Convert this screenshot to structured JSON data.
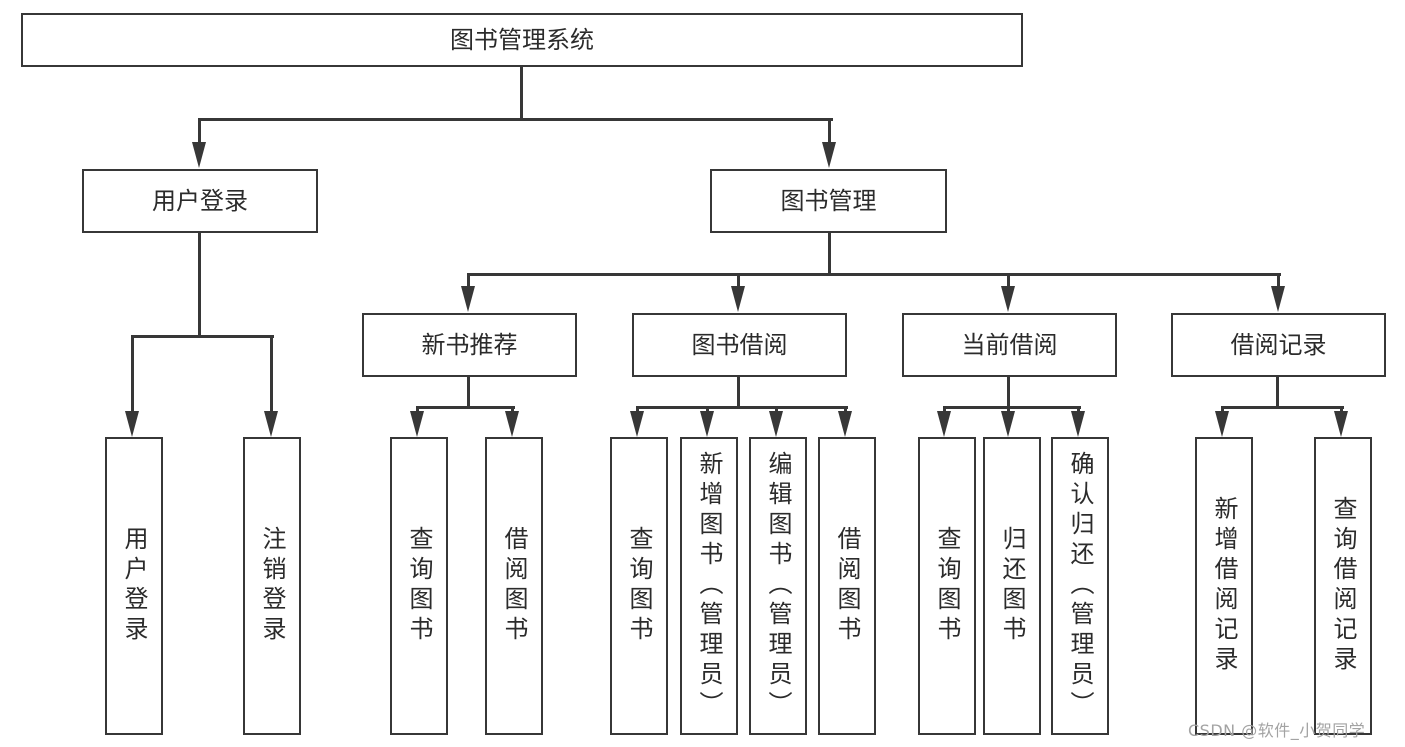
{
  "diagram": {
    "root": {
      "label": "图书管理系统"
    },
    "level2": [
      {
        "label": "用户登录"
      },
      {
        "label": "图书管理"
      }
    ],
    "level3": [
      {
        "label": "新书推荐"
      },
      {
        "label": "图书借阅"
      },
      {
        "label": "当前借阅"
      },
      {
        "label": "借阅记录"
      }
    ],
    "leaves": [
      {
        "label": "用户登录"
      },
      {
        "label": "注销登录"
      },
      {
        "label": "查询图书"
      },
      {
        "label": "借阅图书"
      },
      {
        "label": "查询图书"
      },
      {
        "label": "新增图书（管理员）"
      },
      {
        "label": "编辑图书（管理员）"
      },
      {
        "label": "借阅图书"
      },
      {
        "label": "查询图书"
      },
      {
        "label": "归还图书"
      },
      {
        "label": "确认归还（管理员）"
      },
      {
        "label": "新增借阅记录"
      },
      {
        "label": "查询借阅记录"
      }
    ],
    "watermark": "CSDN @软件_小贺同学",
    "colors": {
      "line": "#373737",
      "text": "#2b2b2b",
      "watermark": "#a3a3a3",
      "background": "#ffffff"
    }
  }
}
